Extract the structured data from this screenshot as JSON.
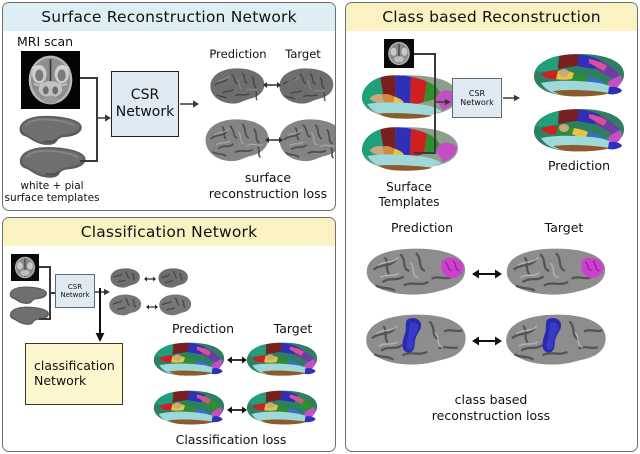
{
  "figure": {
    "background": "#ffffff",
    "panel_border_color": "#6e6e6e"
  },
  "panels": [
    {
      "id": "surface-reconstruction-network",
      "title": "Surface Reconstruction Network",
      "header_color": "#ddeef5",
      "labels": {
        "mri_scan": "MRI scan",
        "templates_line1": "white + pial",
        "templates_line2": "surface templates",
        "prediction": "Prediction",
        "target": "Target",
        "loss_line1": "surface",
        "loss_line2": "reconstruction loss"
      },
      "process_box": {
        "line1": "CSR",
        "line2": "Network",
        "fill": "#dfeaf2",
        "border": "#222222"
      }
    },
    {
      "id": "class-based-reconstruction",
      "title": "Class based Reconstruction",
      "header_color": "#fbf2c4",
      "labels": {
        "templates_line1": "Surface",
        "templates_line2": "Templates",
        "prediction_top": "Prediction",
        "prediction_bottom": "Prediction",
        "target_bottom": "Target",
        "loss_line1": "class based",
        "loss_line2": "reconstruction loss"
      },
      "process_box": {
        "line1": "CSR",
        "line2": "Network",
        "fill": "#dfeaf2",
        "border": "#5b6b78"
      }
    },
    {
      "id": "classification-network",
      "title": "Classification Network",
      "header_color": "#fbf2c4",
      "labels": {
        "prediction": "Prediction",
        "target": "Target",
        "loss": "Classification loss"
      },
      "process_box_csr": {
        "line1": "CSR",
        "line2": "Network",
        "fill": "#dfeaf2",
        "border": "#5b6b78"
      },
      "process_box_classification": {
        "line1": "classification",
        "line2": "Network",
        "fill": "#fdf6cf",
        "border": "#3b3b1a"
      }
    }
  ],
  "parcellation_colors": [
    "#1fa07a",
    "#7a1f1f",
    "#2f2fb8",
    "#d01f1f",
    "#2f8f2f",
    "#c44fc4",
    "#cf8b3f",
    "#9ed8d8",
    "#c9a87c",
    "#e8c43a",
    "#6a3fa0",
    "#8c5a2b",
    "#d94f9a",
    "#3a6fc9",
    "#1b6b4a"
  ],
  "highlight_colors": {
    "magenta": "#cf3fcf",
    "blue": "#2a2ab0",
    "cortex_gray": "#8a8a8a"
  }
}
